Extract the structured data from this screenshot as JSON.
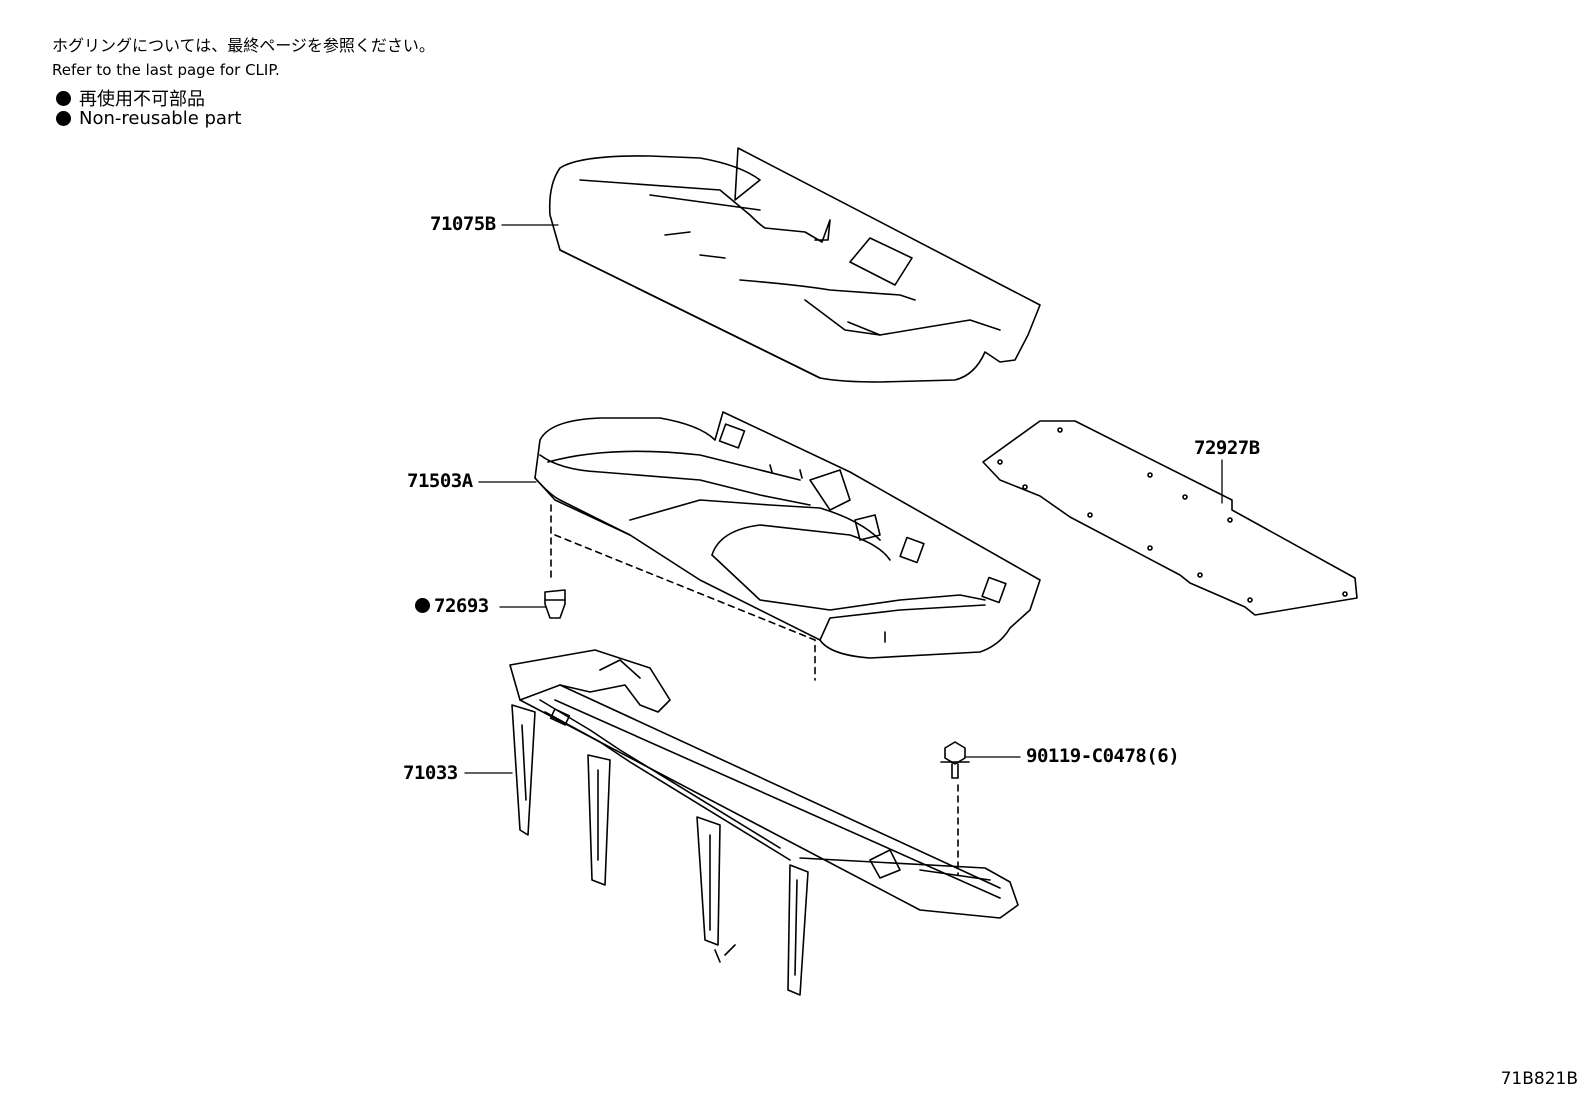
{
  "notes": {
    "clip_jp": "ホグリングについては、最終ページを参照ください。",
    "clip_en": "Refer to the last page for CLIP."
  },
  "legend": {
    "non_reusable_jp": "再使用不可部品",
    "non_reusable_en": "Non-reusable part"
  },
  "parts": {
    "cover": "71075B",
    "pad": "71503A",
    "clip": "72693",
    "frame": "71033",
    "sheet": "72927B",
    "bolt": "90119-C0478(6)"
  },
  "diagram_id": "71B821B",
  "colors": {
    "line": "#000000",
    "background": "#ffffff"
  }
}
